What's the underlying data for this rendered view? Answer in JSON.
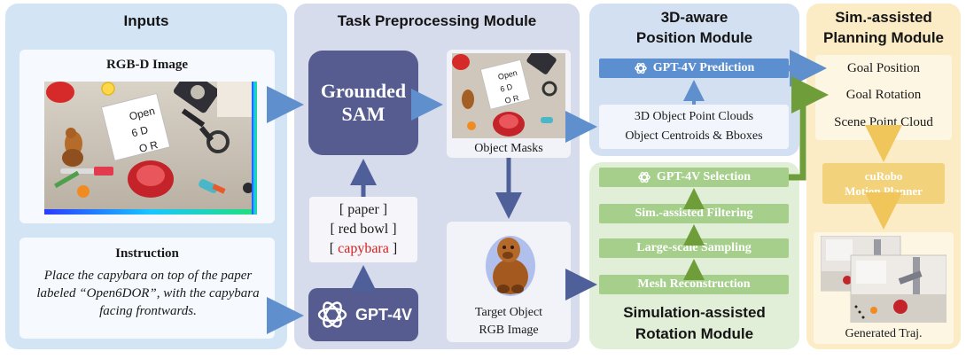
{
  "panels": {
    "inputs": {
      "title": "Inputs"
    },
    "preprocessing": {
      "title": "Task Preprocessing Module"
    },
    "position": {
      "title_line1": "3D-aware",
      "title_line2": "Position Module"
    },
    "rotation": {
      "title_line1": "Simulation-assisted",
      "title_line2": "Rotation Module"
    },
    "planning": {
      "title_line1": "Sim.-assisted",
      "title_line2": "Planning Module"
    }
  },
  "inputs": {
    "rgbd_label": "RGB-D Image",
    "paper_text": [
      "Open",
      "6  D",
      "O  R"
    ],
    "instruction_title": "Instruction",
    "instruction_text": "Place the capybara on top of the paper labeled “Open6DOR”, with the capybara facing frontwards."
  },
  "preprocessing": {
    "grounded_sam": [
      "Grounded",
      "SAM"
    ],
    "object_masks_label": "Object Masks",
    "mask_paper_text": [
      "Open",
      "6  D",
      "O  R"
    ],
    "objects": [
      "[ paper ]",
      "[ red bowl ]",
      "[ capybara ]"
    ],
    "highlight_color": "#d42020",
    "gpt_label": "GPT-4V",
    "target_label": [
      "Target Object",
      "RGB Image"
    ]
  },
  "position": {
    "prediction": "GPT-4V Prediction",
    "pointcloud": [
      "3D Object Point Clouds",
      "Object Centroids & Bboxes"
    ]
  },
  "rotation": {
    "steps": [
      "GPT-4V Selection",
      "Sim.-assisted Filtering",
      "Large-scale Sampling",
      "Mesh Reconstruction"
    ]
  },
  "planning": {
    "outputs": [
      "Goal Position",
      "Goal Rotation",
      "Scene Point Cloud"
    ],
    "planner": [
      "cuRobo",
      "Motion Planner"
    ],
    "traj_label": "Generated Traj."
  },
  "colors": {
    "inputs_bg": "#d3e5f5",
    "preprocessing_bg": "#d7dcec",
    "position_bg": "#d3e0f2",
    "rotation_bg": "#e2efd8",
    "planning_bg": "#fbecc6",
    "blue_arrow": "#5f8fcc",
    "green_arrow": "#6e9d3a",
    "gold_arrow": "#f0c55a",
    "sam_box": "#565c8f"
  },
  "icons": [
    "gpt-logo-icon",
    "capybara-image",
    "robot-arm-image"
  ]
}
